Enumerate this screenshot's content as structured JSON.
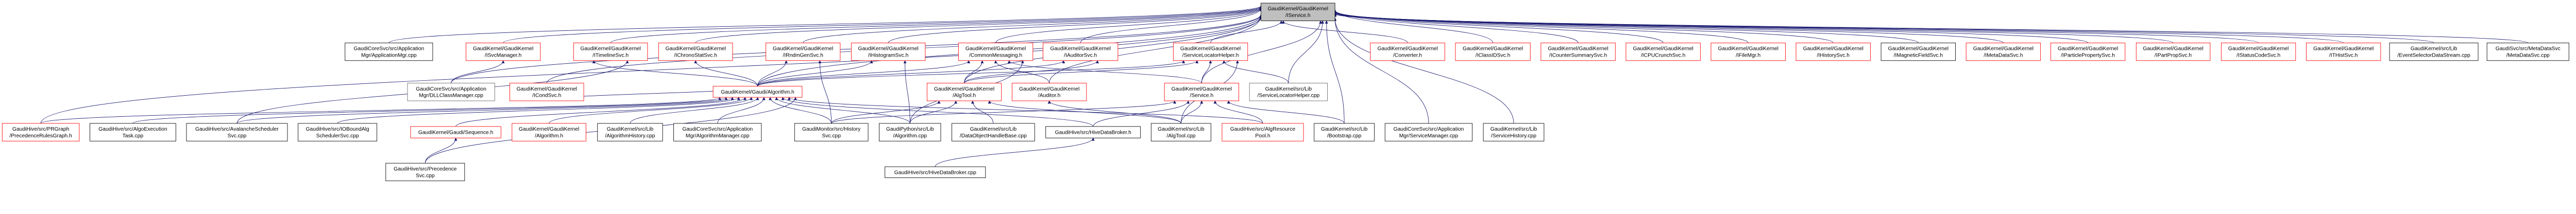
{
  "colors": {
    "edge": "#191970",
    "border_red": "#ff0000",
    "border_black": "#000000",
    "border_gray": "#666666",
    "root_fill": "#bfbfbf"
  },
  "nodes": [
    {
      "id": "iservice",
      "lines": [
        "GaudiKernel/GaudiKernel",
        "/IService.h"
      ],
      "style": "root"
    },
    {
      "id": "appmgr",
      "lines": [
        "GaudiCoreSvc/src/Application",
        "Mgr/ApplicationMgr.cpp"
      ],
      "style": "black"
    },
    {
      "id": "isvcmgr",
      "lines": [
        "GaudiKernel/GaudiKernel",
        "/ISvcManager.h"
      ],
      "style": "red"
    },
    {
      "id": "itimeline",
      "lines": [
        "GaudiKernel/GaudiKernel",
        "/ITimelineSvc.h"
      ],
      "style": "red"
    },
    {
      "id": "ichrono",
      "lines": [
        "GaudiKernel/GaudiKernel",
        "/IChronoStatSvc.h"
      ],
      "style": "red"
    },
    {
      "id": "irndm",
      "lines": [
        "GaudiKernel/GaudiKernel",
        "/IRndmGenSvc.h"
      ],
      "style": "red"
    },
    {
      "id": "ihisto",
      "lines": [
        "GaudiKernel/GaudiKernel",
        "/IHistogramSvc.h"
      ],
      "style": "red"
    },
    {
      "id": "commsg",
      "lines": [
        "GaudiKernel/GaudiKernel",
        "/CommonMessaging.h"
      ],
      "style": "red"
    },
    {
      "id": "iaudsvc",
      "lines": [
        "GaudiKernel/GaudiKernel",
        "/IAuditorSvc.h"
      ],
      "style": "red"
    },
    {
      "id": "slh",
      "lines": [
        "GaudiKernel/GaudiKernel",
        "/ServiceLocatorHelper.h"
      ],
      "style": "red"
    },
    {
      "id": "converter",
      "lines": [
        "GaudiKernel/GaudiKernel",
        "/Converter.h"
      ],
      "style": "red"
    },
    {
      "id": "iclassid",
      "lines": [
        "GaudiKernel/GaudiKernel",
        "/IClassIDSvc.h"
      ],
      "style": "red"
    },
    {
      "id": "icounter",
      "lines": [
        "GaudiKernel/GaudiKernel",
        "/ICounterSummarySvc.h"
      ],
      "style": "red"
    },
    {
      "id": "icpu",
      "lines": [
        "GaudiKernel/GaudiKernel",
        "/ICPUCrunchSvc.h"
      ],
      "style": "red"
    },
    {
      "id": "ifilemgr",
      "lines": [
        "GaudiKernel/GaudiKernel",
        "/IFileMgr.h"
      ],
      "style": "red"
    },
    {
      "id": "ihistory",
      "lines": [
        "GaudiKernel/GaudiKernel",
        "/IHistorySvc.h"
      ],
      "style": "red"
    },
    {
      "id": "imagfield",
      "lines": [
        "GaudiKernel/GaudiKernel",
        "/IMagneticFieldSvc.h"
      ],
      "style": "black"
    },
    {
      "id": "imetadata",
      "lines": [
        "GaudiKernel/GaudiKernel",
        "/IMetaDataSvc.h"
      ],
      "style": "red"
    },
    {
      "id": "ipartprop",
      "lines": [
        "GaudiKernel/GaudiKernel",
        "/IParticlePropertySvc.h"
      ],
      "style": "red"
    },
    {
      "id": "ipartpropsvc",
      "lines": [
        "GaudiKernel/GaudiKernel",
        "/IPartPropSvc.h"
      ],
      "style": "red"
    },
    {
      "id": "istatus",
      "lines": [
        "GaudiKernel/GaudiKernel",
        "/IStatusCodeSvc.h"
      ],
      "style": "red"
    },
    {
      "id": "ithist",
      "lines": [
        "GaudiKernel/GaudiKernel",
        "/ITHistSvc.h"
      ],
      "style": "red"
    },
    {
      "id": "evtsel",
      "lines": [
        "GaudiKernel/src/Lib",
        "/EventSelectorDataStream.cpp"
      ],
      "style": "black"
    },
    {
      "id": "metadatasvc",
      "lines": [
        "GaudiSvc/src/MetaDataSvc",
        "/MetaDataSvc.cpp"
      ],
      "style": "black"
    },
    {
      "id": "dllcm",
      "lines": [
        "GaudiCoreSvc/src/Application",
        "Mgr/DLLClassManager.cpp"
      ],
      "style": "gray"
    },
    {
      "id": "icond",
      "lines": [
        "GaudiKernel/GaudiKernel",
        "/ICondSvc.h"
      ],
      "style": "red"
    },
    {
      "id": "galg",
      "lines": [
        "GaudiKernel/Gaudi/Algorithm.h"
      ],
      "style": "red"
    },
    {
      "id": "algtoolh",
      "lines": [
        "GaudiKernel/GaudiKernel",
        "/AlgTool.h"
      ],
      "style": "red"
    },
    {
      "id": "auditorh",
      "lines": [
        "GaudiKernel/GaudiKernel",
        "/Auditor.h"
      ],
      "style": "red"
    },
    {
      "id": "serviceh",
      "lines": [
        "GaudiKernel/GaudiKernel",
        "/Service.h"
      ],
      "style": "red"
    },
    {
      "id": "slhcpp",
      "lines": [
        "GaudiKernel/src/Lib",
        "/ServiceLocatorHelper.cpp"
      ],
      "style": "gray"
    },
    {
      "id": "prgraph",
      "lines": [
        "GaudiHive/src/PRGraph",
        "/PrecedenceRulesGraph.h"
      ],
      "style": "red"
    },
    {
      "id": "algoexec",
      "lines": [
        "GaudiHive/src/AlgoExecution",
        "Task.cpp"
      ],
      "style": "black"
    },
    {
      "id": "avalanche",
      "lines": [
        "GaudiHive/src/AvalancheScheduler",
        "Svc.cpp"
      ],
      "style": "black"
    },
    {
      "id": "iobound",
      "lines": [
        "GaudiHive/src/IOBoundAlg",
        "SchedulerSvc.cpp"
      ],
      "style": "black"
    },
    {
      "id": "sequence",
      "lines": [
        "GaudiKernel/Gaudi/Sequence.h"
      ],
      "style": "red"
    },
    {
      "id": "gkalg",
      "lines": [
        "GaudiKernel/GaudiKernel",
        "/Algorithm.h"
      ],
      "style": "red"
    },
    {
      "id": "alghist",
      "lines": [
        "GaudiKernel/src/Lib",
        "/AlgorithmHistory.cpp"
      ],
      "style": "black"
    },
    {
      "id": "algmgr",
      "lines": [
        "GaudiCoreSvc/src/Application",
        "Mgr/AlgorithmManager.cpp"
      ],
      "style": "black"
    },
    {
      "id": "histsvc",
      "lines": [
        "GaudiMonitor/src/History",
        "Svc.cpp"
      ],
      "style": "black"
    },
    {
      "id": "pyalg",
      "lines": [
        "GaudiPython/src/Lib",
        "/Algorithm.cpp"
      ],
      "style": "black"
    },
    {
      "id": "dohb",
      "lines": [
        "GaudiKernel/src/Lib",
        "/DataObjectHandleBase.cpp"
      ],
      "style": "black"
    },
    {
      "id": "hdbh",
      "lines": [
        "GaudiHive/src/HiveDataBroker.h"
      ],
      "style": "black"
    },
    {
      "id": "algtoolcpp",
      "lines": [
        "GaudiKernel/src/Lib",
        "/AlgTool.cpp"
      ],
      "style": "black"
    },
    {
      "id": "algres",
      "lines": [
        "GaudiHive/src/AlgResource",
        "Pool.h"
      ],
      "style": "red"
    },
    {
      "id": "bootstrap",
      "lines": [
        "GaudiKernel/src/Lib",
        "/Bootstrap.cpp"
      ],
      "style": "black"
    },
    {
      "id": "svcmgr",
      "lines": [
        "GaudiCoreSvc/src/Application",
        "Mgr/ServiceManager.cpp"
      ],
      "style": "black"
    },
    {
      "id": "svchist",
      "lines": [
        "GaudiKernel/src/Lib",
        "/ServiceHistory.cpp"
      ],
      "style": "black"
    },
    {
      "id": "precsvc",
      "lines": [
        "GaudiHive/src/Precedence",
        "Svc.cpp"
      ],
      "style": "black"
    },
    {
      "id": "hdbcpp",
      "lines": [
        "GaudiHive/src/HiveDataBroker.cpp"
      ],
      "style": "black"
    }
  ],
  "edges": [
    [
      "appmgr",
      "iservice"
    ],
    [
      "isvcmgr",
      "iservice"
    ],
    [
      "itimeline",
      "iservice"
    ],
    [
      "ichrono",
      "iservice"
    ],
    [
      "irndm",
      "iservice"
    ],
    [
      "ihisto",
      "iservice"
    ],
    [
      "commsg",
      "iservice"
    ],
    [
      "iaudsvc",
      "iservice"
    ],
    [
      "slh",
      "iservice"
    ],
    [
      "converter",
      "iservice"
    ],
    [
      "iclassid",
      "iservice"
    ],
    [
      "icounter",
      "iservice"
    ],
    [
      "icpu",
      "iservice"
    ],
    [
      "ifilemgr",
      "iservice"
    ],
    [
      "ihistory",
      "iservice"
    ],
    [
      "imagfield",
      "iservice"
    ],
    [
      "imetadata",
      "iservice"
    ],
    [
      "ipartprop",
      "iservice"
    ],
    [
      "ipartpropsvc",
      "iservice"
    ],
    [
      "istatus",
      "iservice"
    ],
    [
      "ithist",
      "iservice"
    ],
    [
      "evtsel",
      "iservice"
    ],
    [
      "metadatasvc",
      "iservice"
    ],
    [
      "dllcm",
      "isvcmgr"
    ],
    [
      "dllcm",
      "iservice"
    ],
    [
      "icond",
      "iservice"
    ],
    [
      "galg",
      "iservice"
    ],
    [
      "galg",
      "itimeline"
    ],
    [
      "galg",
      "ichrono"
    ],
    [
      "galg",
      "irndm"
    ],
    [
      "galg",
      "ihisto"
    ],
    [
      "galg",
      "commsg"
    ],
    [
      "galg",
      "iaudsvc"
    ],
    [
      "galg",
      "slh"
    ],
    [
      "galg",
      "icond"
    ],
    [
      "algtoolh",
      "commsg"
    ],
    [
      "algtoolh",
      "iaudsvc"
    ],
    [
      "algtoolh",
      "slh"
    ],
    [
      "algtoolh",
      "iservice"
    ],
    [
      "auditorh",
      "commsg"
    ],
    [
      "auditorh",
      "iservice"
    ],
    [
      "serviceh",
      "commsg"
    ],
    [
      "serviceh",
      "slh"
    ],
    [
      "serviceh",
      "iservice"
    ],
    [
      "slhcpp",
      "slh"
    ],
    [
      "slhcpp",
      "iservice"
    ],
    [
      "prgraph",
      "galg"
    ],
    [
      "prgraph",
      "iservice"
    ],
    [
      "algoexec",
      "galg"
    ],
    [
      "avalanche",
      "galg"
    ],
    [
      "avalanche",
      "itimeline"
    ],
    [
      "iobound",
      "galg"
    ],
    [
      "sequence",
      "galg"
    ],
    [
      "gkalg",
      "galg"
    ],
    [
      "alghist",
      "galg"
    ],
    [
      "algmgr",
      "galg"
    ],
    [
      "histsvc",
      "galg"
    ],
    [
      "histsvc",
      "irndm"
    ],
    [
      "histsvc",
      "algtoolh"
    ],
    [
      "histsvc",
      "serviceh"
    ],
    [
      "pyalg",
      "galg"
    ],
    [
      "pyalg",
      "algtoolh"
    ],
    [
      "pyalg",
      "ihisto"
    ],
    [
      "pyalg",
      "commsg"
    ],
    [
      "dohb",
      "algtoolh"
    ],
    [
      "hdbh",
      "serviceh"
    ],
    [
      "hdbh",
      "galg"
    ],
    [
      "algtoolcpp",
      "algtoolh"
    ],
    [
      "algtoolcpp",
      "auditorh"
    ],
    [
      "algtoolcpp",
      "serviceh"
    ],
    [
      "algtoolcpp",
      "slh"
    ],
    [
      "algres",
      "serviceh"
    ],
    [
      "algres",
      "galg"
    ],
    [
      "bootstrap",
      "serviceh"
    ],
    [
      "bootstrap",
      "iservice"
    ],
    [
      "svcmgr",
      "iservice"
    ],
    [
      "svchist",
      "iservice"
    ],
    [
      "precsvc",
      "sequence"
    ],
    [
      "precsvc",
      "galg"
    ],
    [
      "hdbcpp",
      "hdbh"
    ]
  ]
}
